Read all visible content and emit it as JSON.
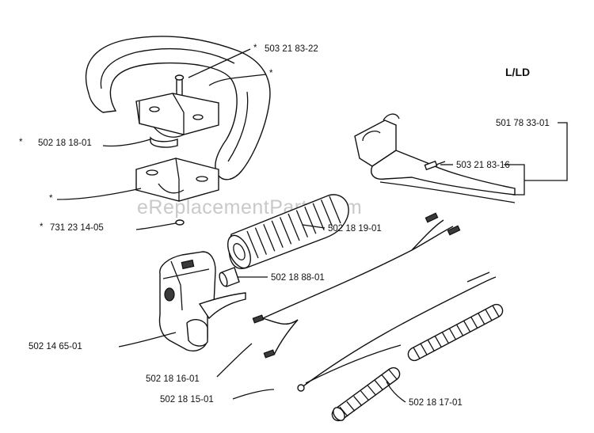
{
  "diagram": {
    "variant_label": "L/LD",
    "watermark": "eReplacementParts.com",
    "callouts": [
      {
        "id": "c1",
        "text": "503 21 83-22",
        "marker": "*"
      },
      {
        "id": "c2",
        "text": "",
        "marker": "*"
      },
      {
        "id": "c3",
        "text": "502 18 18-01",
        "marker": "*"
      },
      {
        "id": "c4",
        "text": "",
        "marker": "*"
      },
      {
        "id": "c5",
        "text": "731 23 14-05",
        "marker": "*"
      },
      {
        "id": "c6",
        "text": "502 18 19-01",
        "marker": ""
      },
      {
        "id": "c7",
        "text": "502 18 88-01",
        "marker": ""
      },
      {
        "id": "c8",
        "text": "502 14 65-01",
        "marker": ""
      },
      {
        "id": "c9",
        "text": "502 18 16-01",
        "marker": ""
      },
      {
        "id": "c10",
        "text": "502 18 15-01",
        "marker": ""
      },
      {
        "id": "c11",
        "text": "502 18 17-01",
        "marker": ""
      },
      {
        "id": "c12",
        "text": "501 78 33-01",
        "marker": ""
      },
      {
        "id": "c13",
        "text": "503 21 83-16",
        "marker": ""
      }
    ]
  }
}
